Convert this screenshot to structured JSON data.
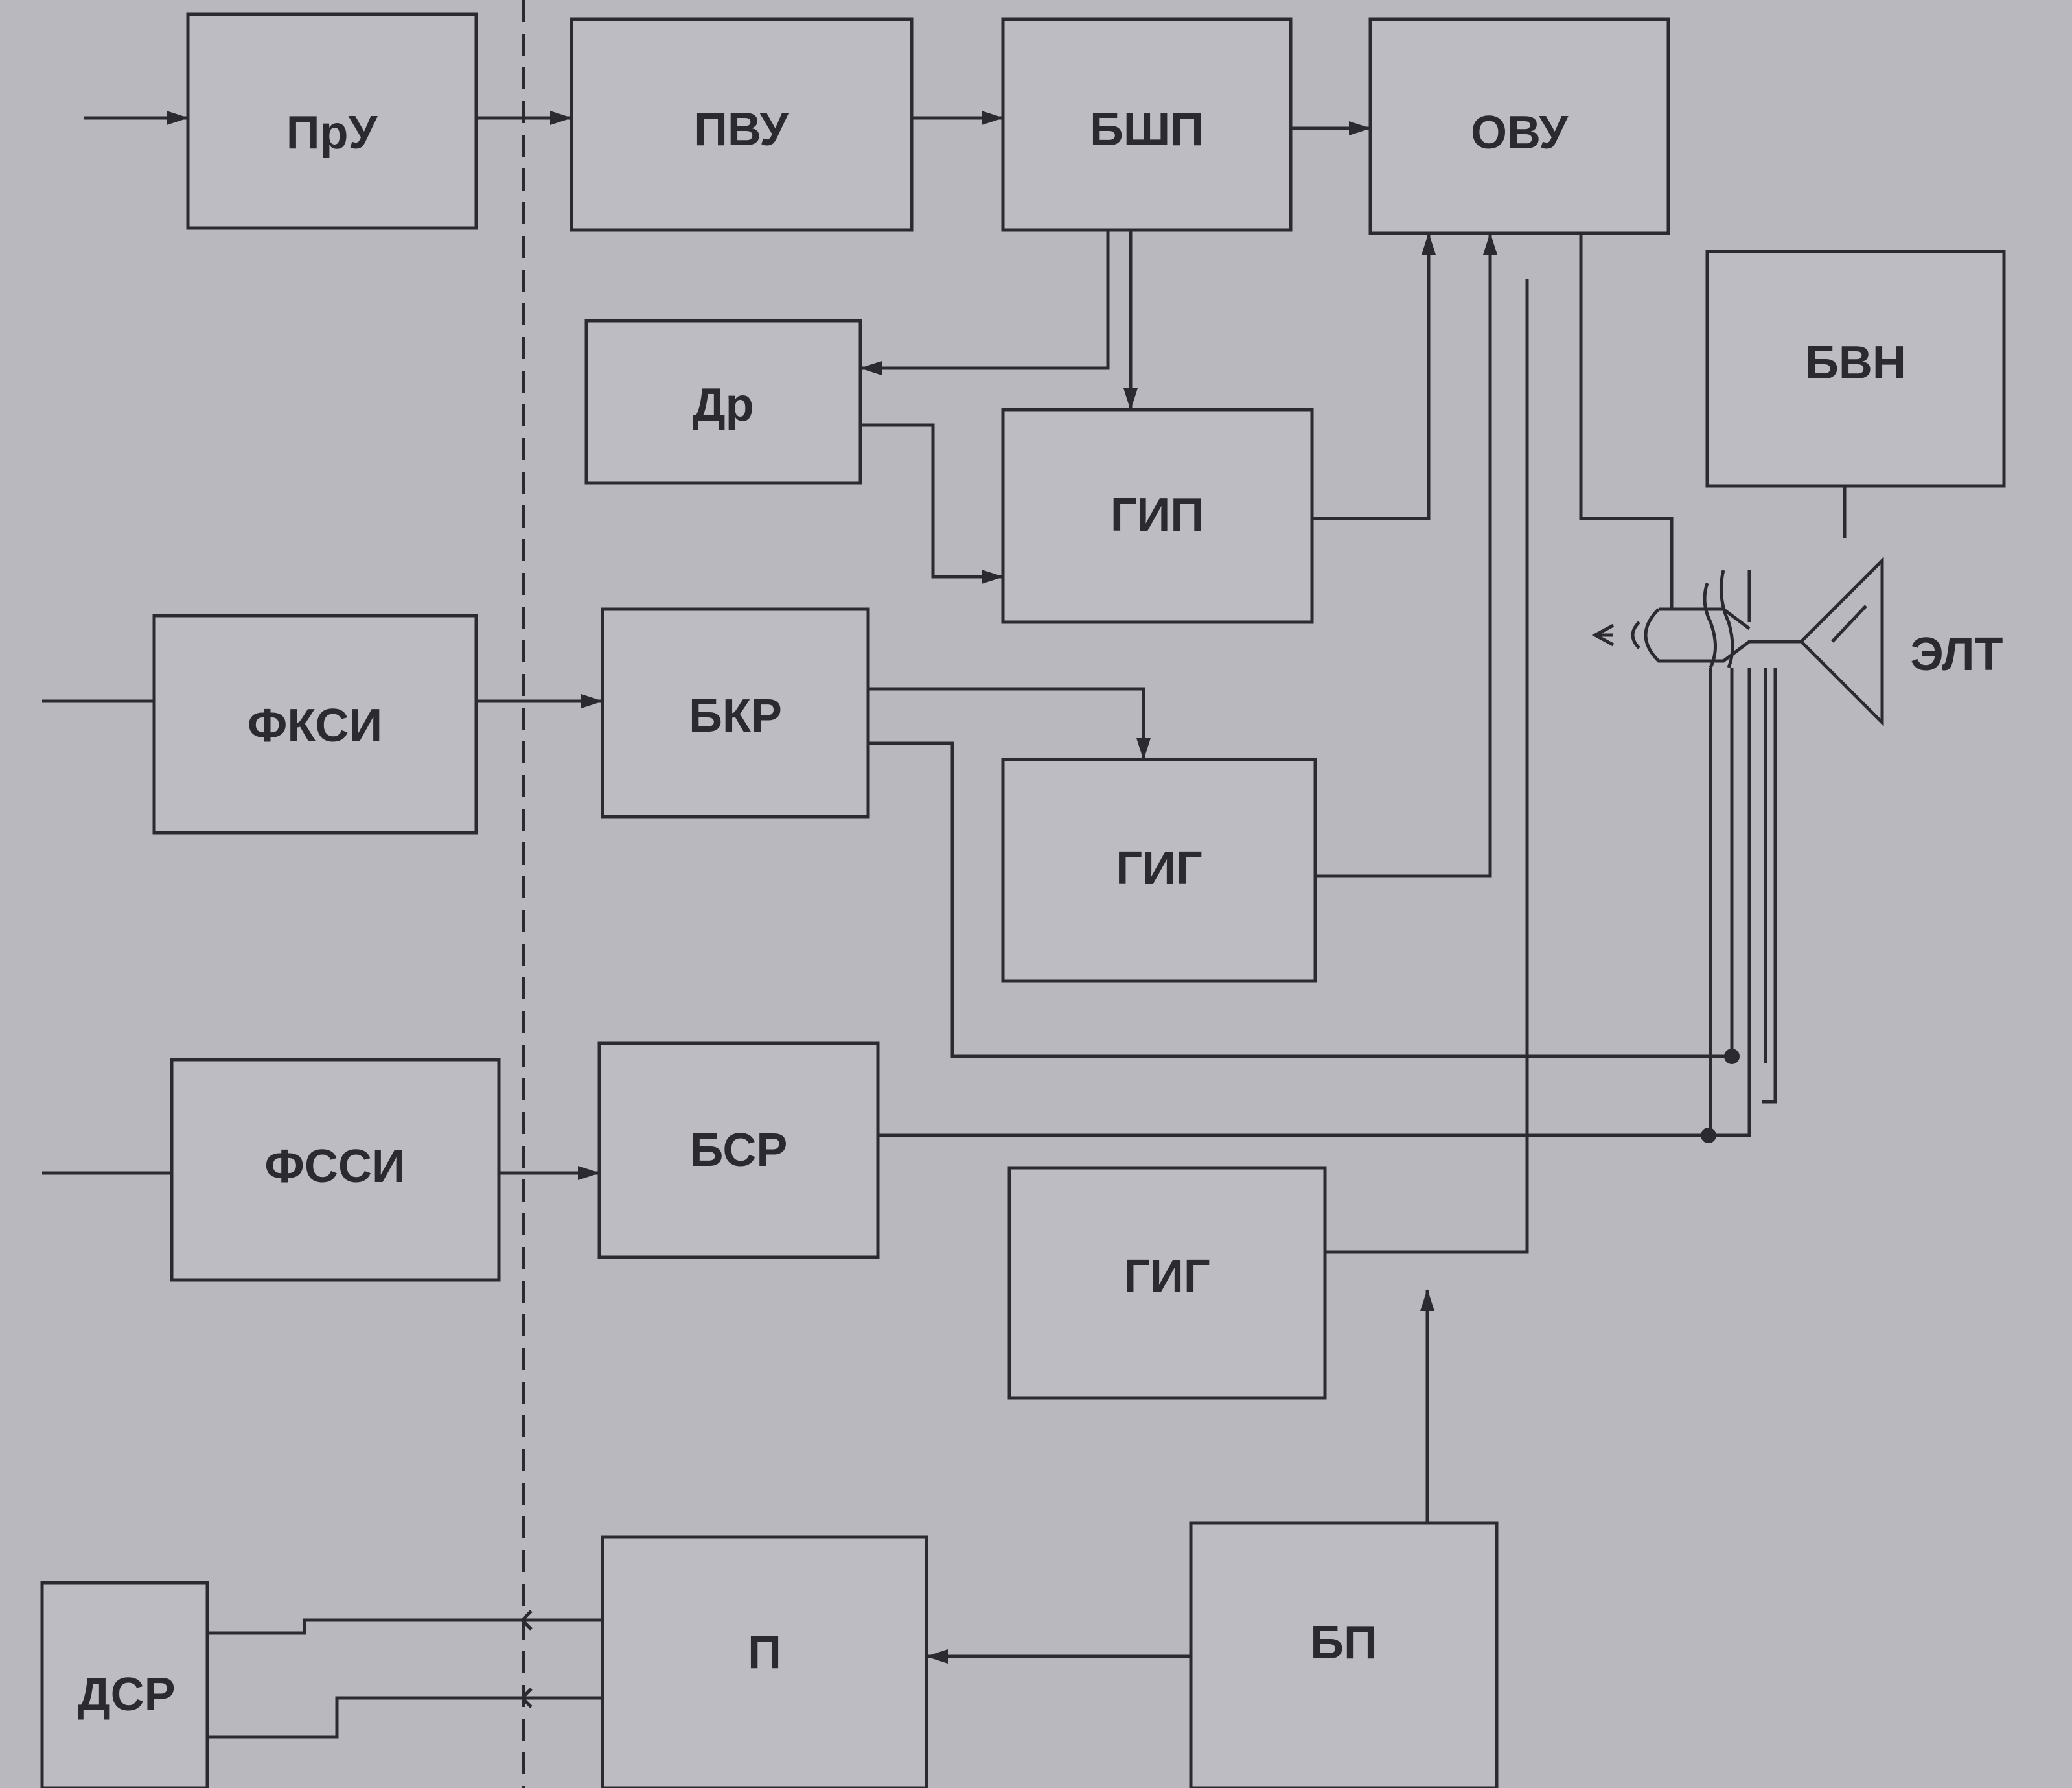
{
  "blocks": {
    "pru": "ПрУ",
    "pvu": "ПВУ",
    "bshp": "БШП",
    "ovu": "ОВУ",
    "dr": "Др",
    "gip": "ГИП",
    "bvn": "БВН",
    "fksi": "ФКСИ",
    "bkr": "БКР",
    "gig_upper": "ГИГ",
    "fssi": "ФССИ",
    "bsr": "БСР",
    "gig_lower": "ГИГ",
    "dsr": "ДСР",
    "p": "П",
    "bp": "БП",
    "elt": "ЭЛТ"
  },
  "colors": {
    "ink": "#2b2a30",
    "paper": "#b9b8be",
    "block_fill": "#bdbcc2"
  }
}
